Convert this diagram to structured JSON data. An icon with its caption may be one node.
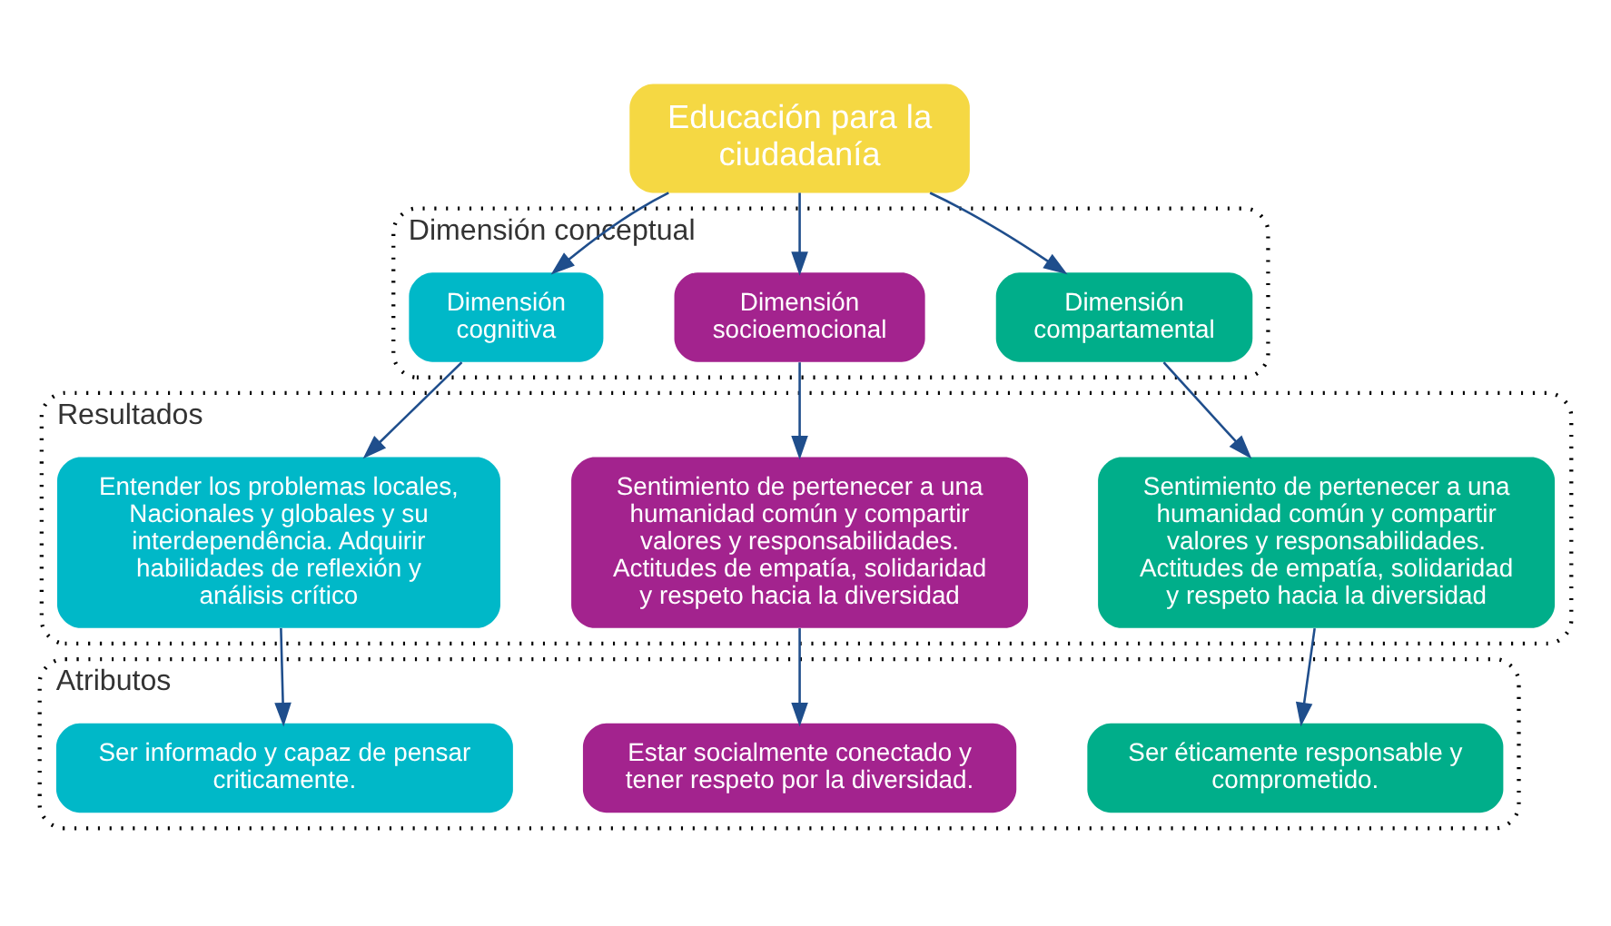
{
  "diagram": {
    "nodes": [
      {
        "text": [
          "Educación para la ciudadanía"
        ]
      },
      {
        "text": [
          "Dimensión conceptual"
        ]
      },
      {
        "text": [
          "Dimensión cognitiva"
        ],
        "in": 1
      },
      {
        "text": [
          "Dimensión socioemocional"
        ],
        "in": 1
      },
      {
        "text": [
          "Dimensión compartamental"
        ],
        "in": 1
      },
      {
        "text": [
          "Resultados"
        ]
      },
      {
        "text": [
          "Entender los problemas locales, Nacionales y globales y su interdependência. Adquirir habilidades de reflexión y análisis crítico"
        ],
        "in": 5
      },
      {
        "text": [
          "Sentimiento de pertenecer a una humanidad común y compartir valores y responsabilidades. Actitudes de empatía, solidaridad y respeto hacia la diversidad"
        ],
        "in": 5
      },
      {
        "text": [
          "Sentimiento de pertenecer a una humanidad común y compartir valores y responsabilidades. Actitudes de empatía, solidaridad y respeto hacia la diversidad"
        ],
        "in": 5
      },
      {
        "text": [
          "Atributos"
        ]
      },
      {
        "text": [
          "Ser informado y capaz de pensar criticamente."
        ],
        "in": 9
      },
      {
        "text": [
          "Estar socialmente conectado y tener respeto por la diversidad."
        ],
        "in": 9
      },
      {
        "text": [
          "Ser éticamente responsable y comprometido."
        ],
        "in": 9
      }
    ],
    "edges": [
      {
        "from": 0,
        "to": 2,
        "arrow": "to"
      },
      {
        "from": 0,
        "to": 3,
        "arrow": "to"
      },
      {
        "from": 0,
        "to": 4,
        "arrow": "to"
      },
      {
        "from": 2,
        "to": 6,
        "arrow": "to"
      },
      {
        "from": 3,
        "to": 7,
        "arrow": "to"
      },
      {
        "from": 4,
        "to": 8,
        "arrow": "to"
      },
      {
        "from": 6,
        "to": 10,
        "arrow": "to"
      },
      {
        "from": 7,
        "to": 11,
        "arrow": "to"
      },
      {
        "from": 8,
        "to": 12,
        "arrow": "to"
      }
    ]
  }
}
